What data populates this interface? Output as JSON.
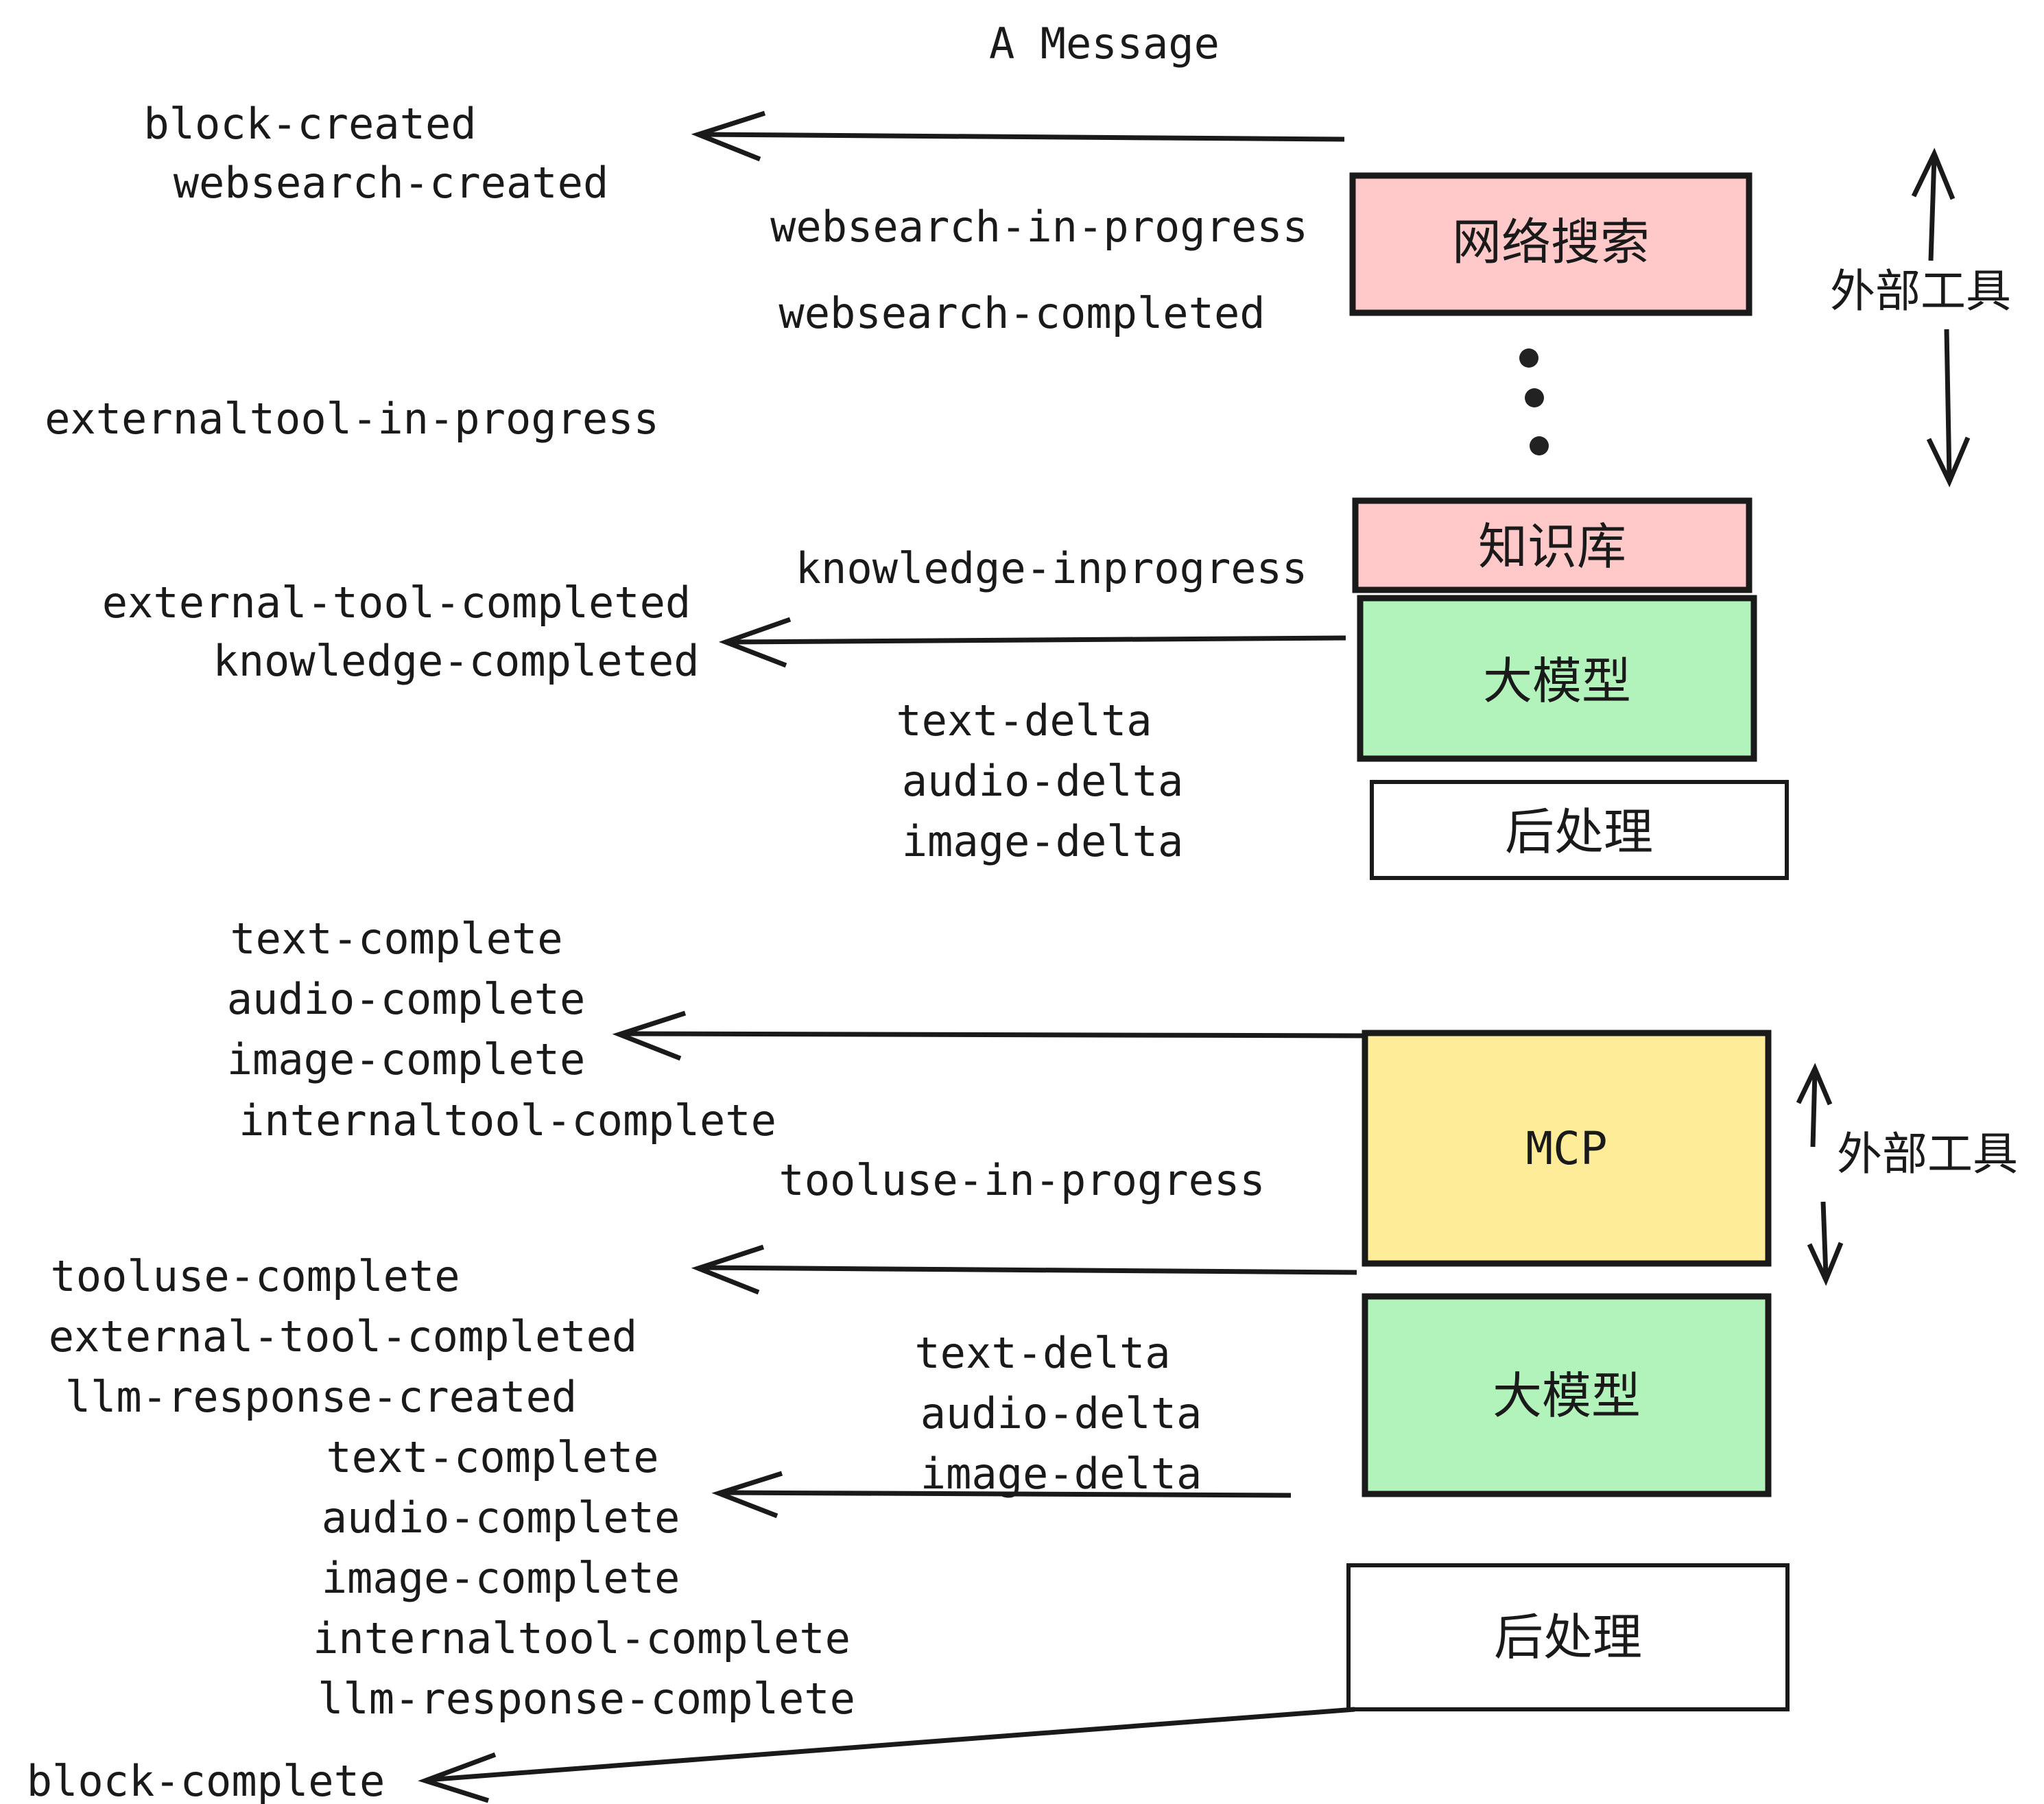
{
  "title": "A Message",
  "colors": {
    "pink": "#FFC9C9",
    "green": "#B2F2BB",
    "yellow": "#FFEC99",
    "white": "#FFFFFF",
    "stroke": "#1A1A1A",
    "background": "#FFFFFF"
  },
  "nodes": [
    {
      "id": "websearch",
      "label": "网络搜索",
      "fill": "#FFC9C9"
    },
    {
      "id": "knowledgebase",
      "label": "知识库",
      "fill": "#FFC9C9"
    },
    {
      "id": "llm-1",
      "label": "大模型",
      "fill": "#B2F2BB"
    },
    {
      "id": "postprocess-1",
      "label": "后处理",
      "fill": "#FFFFFF"
    },
    {
      "id": "mcp",
      "label": "MCP",
      "fill": "#FFEC99"
    },
    {
      "id": "llm-2",
      "label": "大模型",
      "fill": "#B2F2BB"
    },
    {
      "id": "postprocess-2",
      "label": "后处理",
      "fill": "#FFFFFF"
    }
  ],
  "side_labels": [
    {
      "id": "external-tool-top",
      "label": "外部工具"
    },
    {
      "id": "external-tool-bottom",
      "label": "外部工具"
    }
  ],
  "events": [
    {
      "id": "block-created",
      "label": "block-created"
    },
    {
      "id": "websearch-created",
      "label": "websearch-created"
    },
    {
      "id": "websearch-in-progress",
      "label": "websearch-in-progress"
    },
    {
      "id": "websearch-completed",
      "label": "websearch-completed"
    },
    {
      "id": "externaltool-in-progress",
      "label": "externaltool-in-progress"
    },
    {
      "id": "knowledge-inprogress",
      "label": "knowledge-inprogress"
    },
    {
      "id": "external-tool-completed-1",
      "label": "external-tool-completed"
    },
    {
      "id": "knowledge-completed",
      "label": "knowledge-completed"
    },
    {
      "id": "text-delta-1",
      "label": "text-delta"
    },
    {
      "id": "audio-delta-1",
      "label": "audio-delta"
    },
    {
      "id": "image-delta-1",
      "label": "image-delta"
    },
    {
      "id": "text-complete-1",
      "label": "text-complete"
    },
    {
      "id": "audio-complete-1",
      "label": "audio-complete"
    },
    {
      "id": "image-complete-1",
      "label": "image-complete"
    },
    {
      "id": "internaltool-complete-1",
      "label": "internaltool-complete"
    },
    {
      "id": "tooluse-in-progress",
      "label": "tooluse-in-progress"
    },
    {
      "id": "tooluse-complete",
      "label": "tooluse-complete"
    },
    {
      "id": "external-tool-completed-2",
      "label": "external-tool-completed"
    },
    {
      "id": "llm-response-created",
      "label": "llm-response-created"
    },
    {
      "id": "text-delta-2",
      "label": "text-delta"
    },
    {
      "id": "audio-delta-2",
      "label": "audio-delta"
    },
    {
      "id": "image-delta-2",
      "label": "image-delta"
    },
    {
      "id": "text-complete-2",
      "label": "text-complete"
    },
    {
      "id": "audio-complete-2",
      "label": "audio-complete"
    },
    {
      "id": "image-complete-2",
      "label": "image-complete"
    },
    {
      "id": "internaltool-complete-2",
      "label": "internaltool-complete"
    },
    {
      "id": "llm-response-complete",
      "label": "llm-response-complete"
    },
    {
      "id": "block-complete",
      "label": "block-complete"
    }
  ],
  "ellipsis": {
    "id": "vertical-ellipsis",
    "dots": 3
  }
}
